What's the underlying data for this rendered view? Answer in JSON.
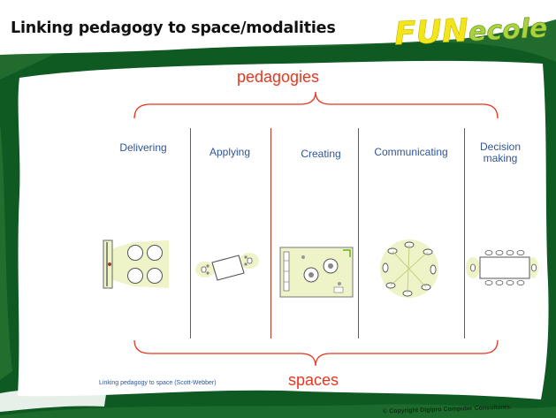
{
  "slide": {
    "title": "Linking pedagogy to space/modalities",
    "logo": {
      "part1": "FUN",
      "part2": "ecole"
    },
    "top_label": "pedagogies",
    "bottom_label": "spaces",
    "columns": [
      {
        "label": "Delivering",
        "icon": "lecture-room-layout-icon"
      },
      {
        "label": "Applying",
        "icon": "small-group-table-icon"
      },
      {
        "label": "Creating",
        "icon": "studio-room-layout-icon"
      },
      {
        "label": "Communicating",
        "icon": "round-discussion-layout-icon"
      },
      {
        "label": "Decision\nmaking",
        "icon": "boardroom-table-icon"
      }
    ],
    "caption": "Linking pedagogy to space (Scott-Webber)",
    "copyright": "© Copyright Digipro Computer Consultants."
  },
  "colors": {
    "dark_green": "#0f5a23",
    "accent_red": "#e8361f",
    "label_blue": "#2f5597",
    "icon_fill": "#eef3c8"
  }
}
